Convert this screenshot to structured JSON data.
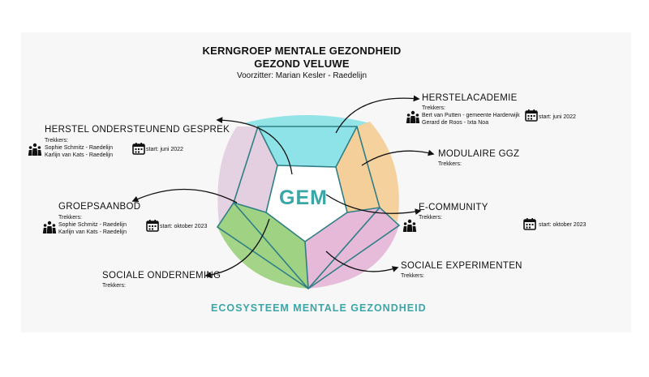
{
  "header": {
    "title_line1": "KERNGROEP MENTALE GEZONDHEID",
    "title_line2": "GEZOND VELUWE",
    "subtitle": "Voorzitter: Marian Kesler - Raedelijn"
  },
  "center": {
    "label": "GEM",
    "footer": "ECOSYSTEEM MENTALE GEZONDHEID"
  },
  "colors": {
    "teal": "#3aa6a8",
    "cyan": "#8de3e7",
    "orange": "#f5cf9a",
    "pink": "#e6b9d9",
    "green": "#9fd383",
    "lavender": "#e3cfe0"
  },
  "nodes": {
    "herstel": {
      "title": "HERSTEL ONDERSTEUNEND GESPREK",
      "trekkers_label": "Trekkers:",
      "lines": [
        "Sophie Schmitz - Raedelijn",
        "Karlijn van Kats - Raedelijn"
      ],
      "start": "start: juni 2022"
    },
    "groeps": {
      "title": "GROEPSAANBOD",
      "trekkers_label": "Trekkers:",
      "lines": [
        "Sophie Schmitz - Raedelijn",
        "Karlijn van Kats - Raedelijn"
      ],
      "start": "start: oktober 2023"
    },
    "sociale_ond": {
      "title": "SOCIALE ONDERNEMING",
      "trekkers_label": "Trekkers:"
    },
    "herstelacademie": {
      "title": "HERSTELACADEMIE",
      "trekkers_label": "Trekkers:",
      "lines": [
        "Bert van Putten - gemeente Harderwijk",
        "Gerard de Roos - Ixta Noa"
      ],
      "start": "start: juni 2022"
    },
    "modulaire": {
      "title": "MODULAIRE GGZ",
      "trekkers_label": "Trekkers:"
    },
    "ecommunity": {
      "title": "E-COMMUNITY",
      "trekkers_label": "Trekkers:",
      "start": "start: oktober 2023"
    },
    "experimenten": {
      "title": "SOCIALE EXPERIMENTEN",
      "trekkers_label": "Trekkers:"
    }
  },
  "icons": {
    "people": "people-group-icon",
    "calendar": "calendar-icon"
  }
}
